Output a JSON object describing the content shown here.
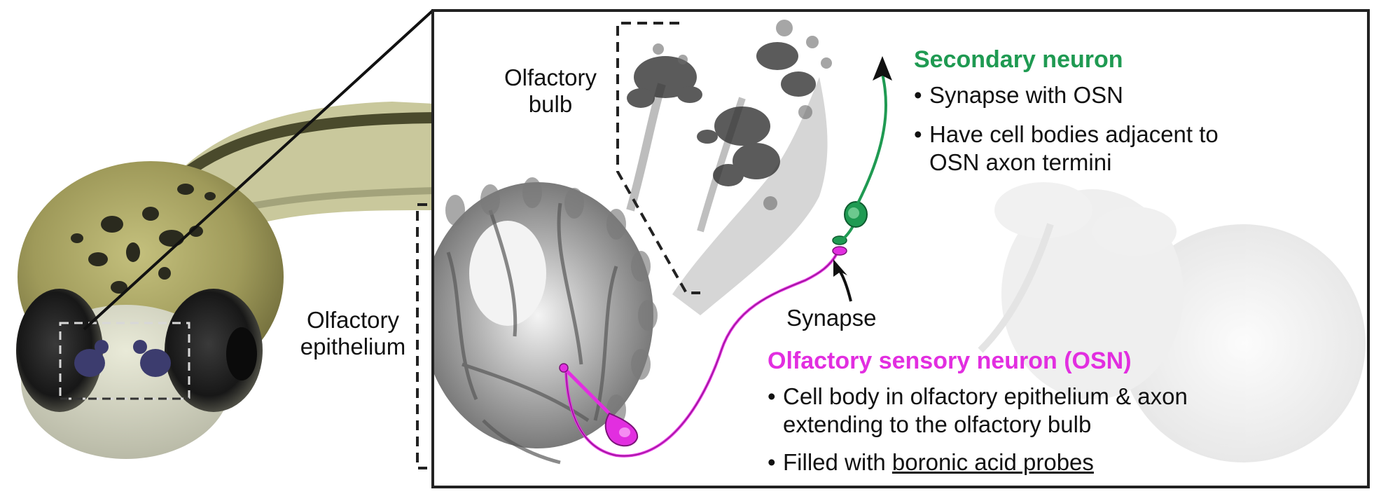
{
  "labels": {
    "olfactory_epithelium_line1": "Olfactory",
    "olfactory_epithelium_line2": "epithelium",
    "olfactory_bulb_line1": "Olfactory",
    "olfactory_bulb_line2": "bulb",
    "synapse": "Synapse"
  },
  "secondary_neuron": {
    "title": "Secondary neuron",
    "bullets": [
      {
        "line1": "Synapse with OSN"
      },
      {
        "line1": "Have cell bodies adjacent to",
        "line2": "OSN axon termini"
      }
    ]
  },
  "osn": {
    "title": "Olfactory sensory neuron (OSN)",
    "bullets": [
      {
        "line1": "Cell body in olfactory epithelium & axon",
        "line2": "extending to the olfactory bulb"
      },
      {
        "prefix": "Filled with ",
        "link": "boronic acid probes"
      }
    ]
  },
  "bullet_char": "•",
  "colors": {
    "secondary_neuron": "#1f9a52",
    "osn": "#e22ee0",
    "frame": "#222222",
    "fish_body": "#9c9a57",
    "fish_eye": "#1b1b1b"
  }
}
